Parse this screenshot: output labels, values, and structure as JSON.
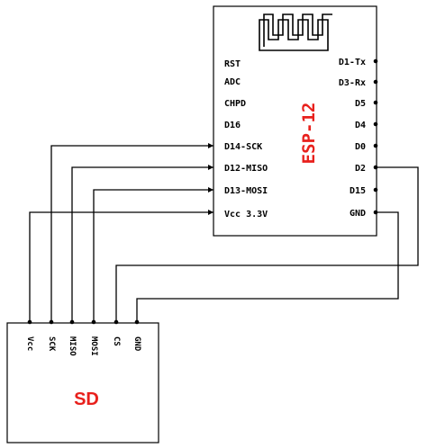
{
  "colors": {
    "line": "#000000",
    "accent": "#e8201c",
    "background": "#ffffff"
  },
  "esp": {
    "name": "ESP-12",
    "antenna_icon": "pcb-antenna-icon",
    "left_pins": [
      "RST",
      "ADC",
      "CHPD",
      "D16",
      "D14-SCK",
      "D12-MISO",
      "D13-MOSI",
      "Vcc 3.3V"
    ],
    "right_pins": [
      "D1-Tx",
      "D3-Rx",
      "D5",
      "D4",
      "D0",
      "D2",
      "D15",
      "GND"
    ]
  },
  "sd": {
    "name": "SD",
    "pins": [
      "Vcc",
      "SCK",
      "MISO",
      "MOSI",
      "CS",
      "GND"
    ]
  },
  "connections": [
    {
      "from": "Vcc 3.3V",
      "to": "Vcc"
    },
    {
      "from": "D14-SCK",
      "to": "SCK"
    },
    {
      "from": "D12-MISO",
      "to": "MISO"
    },
    {
      "from": "D13-MOSI",
      "to": "MOSI"
    },
    {
      "from": "D2",
      "to": "CS"
    },
    {
      "from": "GND",
      "to": "GND"
    }
  ]
}
